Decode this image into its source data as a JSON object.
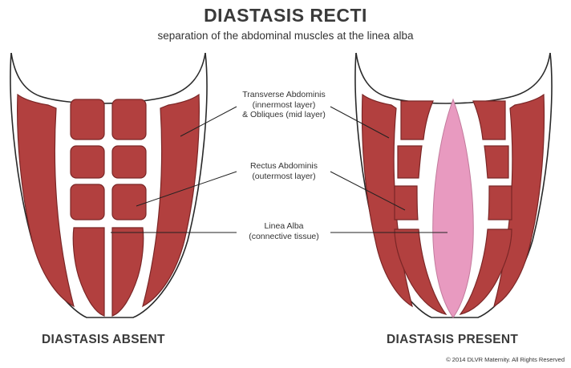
{
  "title": "DIASTASIS RECTI",
  "subtitle": "separation of the abdominal muscles at the linea alba",
  "labels": {
    "transverse": [
      "Transverse Abdominis",
      "(innermost layer)",
      "& Obliques (mid layer)"
    ],
    "rectus": [
      "Rectus Abdominis",
      "(outermost layer)"
    ],
    "linea": [
      "Linea Alba",
      "(connective tissue)"
    ]
  },
  "captions": {
    "absent": "DIASTASIS ABSENT",
    "present": "DIASTASIS PRESENT"
  },
  "copyright": "© 2014 DLVR Maternity. All Rights Reserved",
  "colors": {
    "muscle": "#b2403f",
    "muscle_dark": "#7a2626",
    "separation": "#e89ac0",
    "outline": "#2a2a2a",
    "leader": "#222222"
  }
}
